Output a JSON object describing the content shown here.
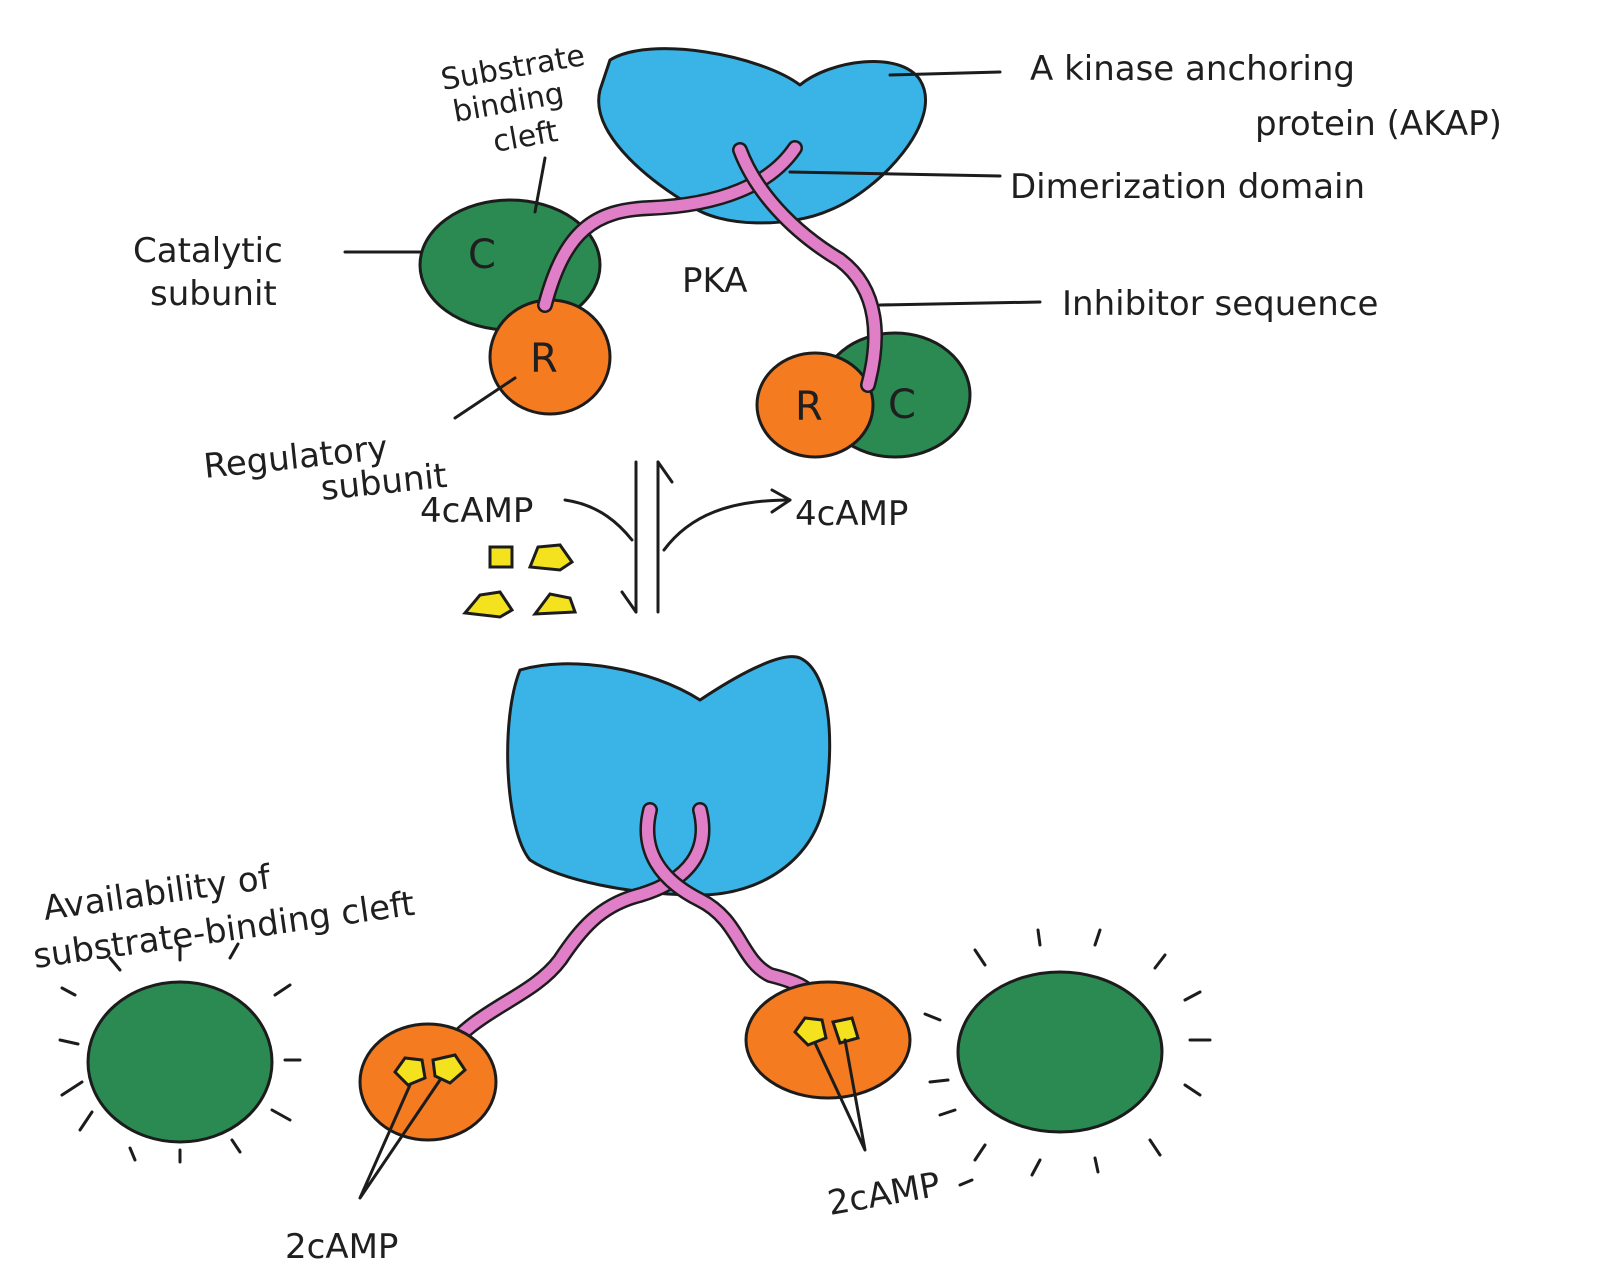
{
  "colors": {
    "akap": "#3ab4e6",
    "catalytic": "#2a8a52",
    "regulatory": "#f47b20",
    "inhibitor": "#e07ec8",
    "camp": "#f4e21e",
    "ink": "#1c1c1c"
  },
  "top": {
    "label_akap_line1": "A kinase anchoring",
    "label_akap_line2": "protein (AKAP)",
    "label_dimerization": "Dimerization domain",
    "label_inhibitor": "Inhibitor sequence",
    "label_cleft_line1": "Substrate",
    "label_cleft_line2": "binding",
    "label_cleft_line3": "cleft",
    "label_catalytic_line1": "Catalytic",
    "label_catalytic_line2": "subunit",
    "label_regulatory_line1": "Regulatory",
    "label_regulatory_line2": "subunit",
    "label_pka": "PKA",
    "letter_c": "C",
    "letter_r": "R"
  },
  "equilibrium": {
    "label_in": "4cAMP",
    "label_out": "4cAMP"
  },
  "bottom": {
    "label_availability_line1": "Availability of",
    "label_availability_line2": "substrate-binding cleft",
    "label_camp_left": "2cAMP",
    "label_camp_right": "2cAMP"
  }
}
